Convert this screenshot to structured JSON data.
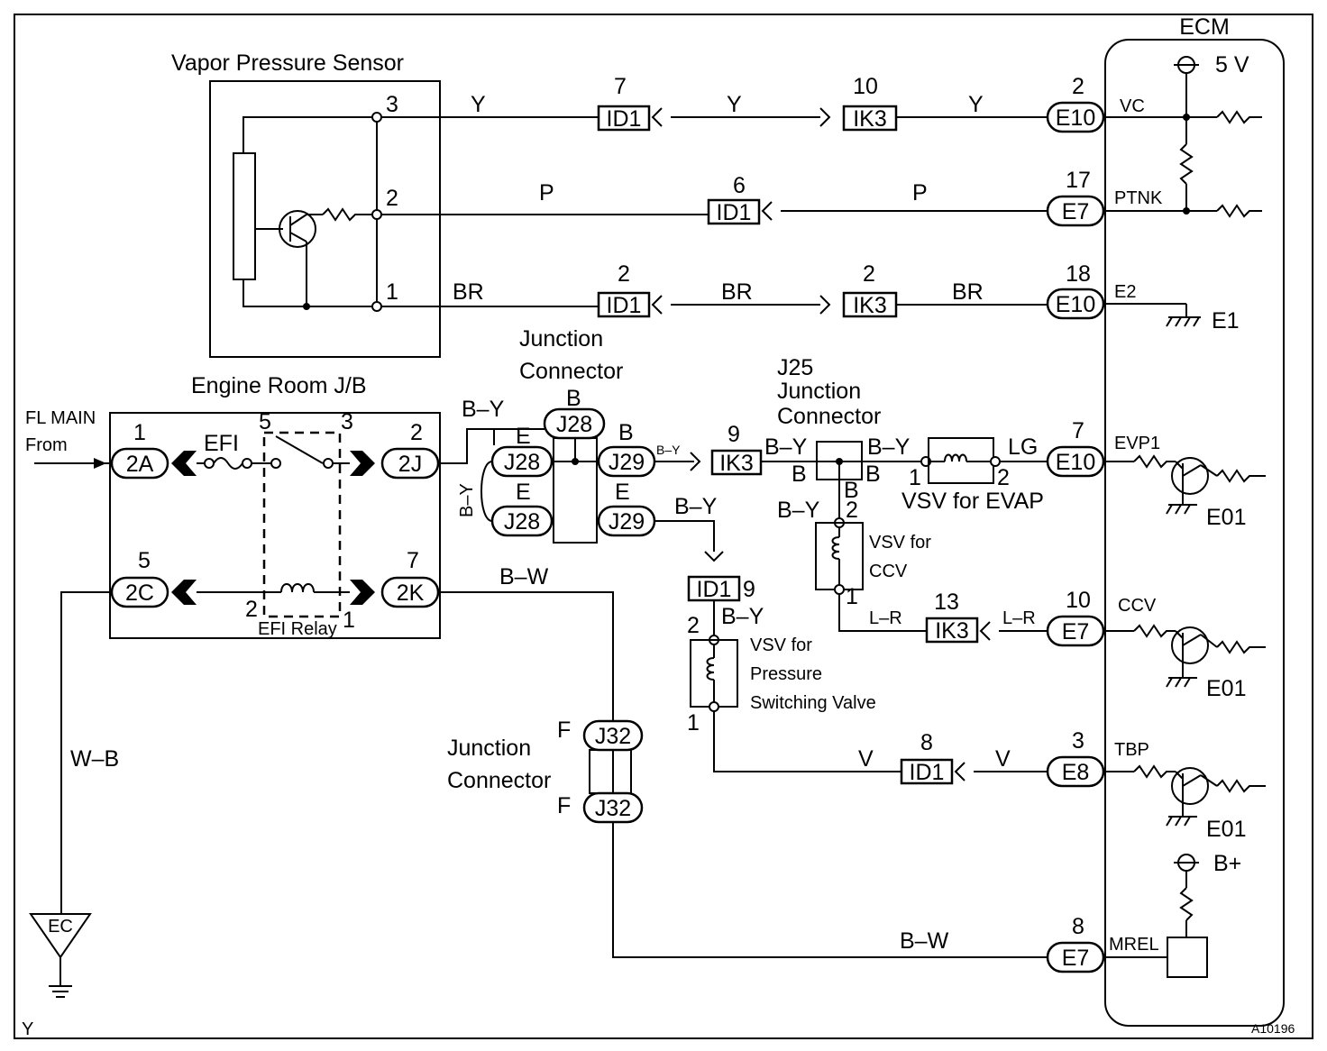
{
  "labels": {
    "ecm": "ECM",
    "vps": "Vapor Pressure Sensor",
    "v5": "5 V",
    "bplus": "B+",
    "erjb": "Engine Room J/B",
    "fl_main": "FL MAIN",
    "from": "From",
    "efi": "EFI",
    "efi_relay": "EFI Relay",
    "jc_junction": "Junction",
    "jc_connector": "Connector",
    "j25": "J25",
    "j25_junction": "Junction",
    "j25_connector": "Connector",
    "vsv_evap": "VSV for EVAP",
    "vsv_ccv_1": "VSV for",
    "vsv_ccv_2": "CCV",
    "vsv_psv_1": "VSV for",
    "vsv_psv_2": "Pressure",
    "vsv_psv_3": "Switching Valve",
    "jc2_junction": "Junction",
    "jc2_connector": "Connector",
    "ec": "EC",
    "y_corner": "Y",
    "code": "A10196"
  },
  "pins": {
    "vc": "VC",
    "ptnk": "PTNK",
    "e2": "E2",
    "e1": "E1",
    "evp1": "EVP1",
    "ccv": "CCV",
    "tbp": "TBP",
    "mrel": "MREL",
    "e01": "E01"
  },
  "wires": {
    "y": "Y",
    "p": "P",
    "br": "BR",
    "by": "B–Y",
    "bw": "B–W",
    "wb": "W–B",
    "lg": "LG",
    "lr": "L–R",
    "v": "V",
    "b": "B",
    "e": "E",
    "f": "F",
    "by_small": "B–Y"
  },
  "connectors": {
    "id1": "ID1",
    "ik3": "IK3",
    "e10": "E10",
    "e7": "E7",
    "e8": "E8",
    "j28": "J28",
    "j29": "J29",
    "j32": "J32",
    "c2a": "2A",
    "c2j": "2J",
    "c2c": "2C",
    "c2k": "2K"
  },
  "numbers": {
    "n1": "1",
    "n2": "2",
    "n3": "3",
    "n5": "5",
    "n6": "6",
    "n7": "7",
    "n8": "8",
    "n9": "9",
    "n10": "10",
    "n13": "13",
    "n17": "17",
    "n18": "18"
  }
}
